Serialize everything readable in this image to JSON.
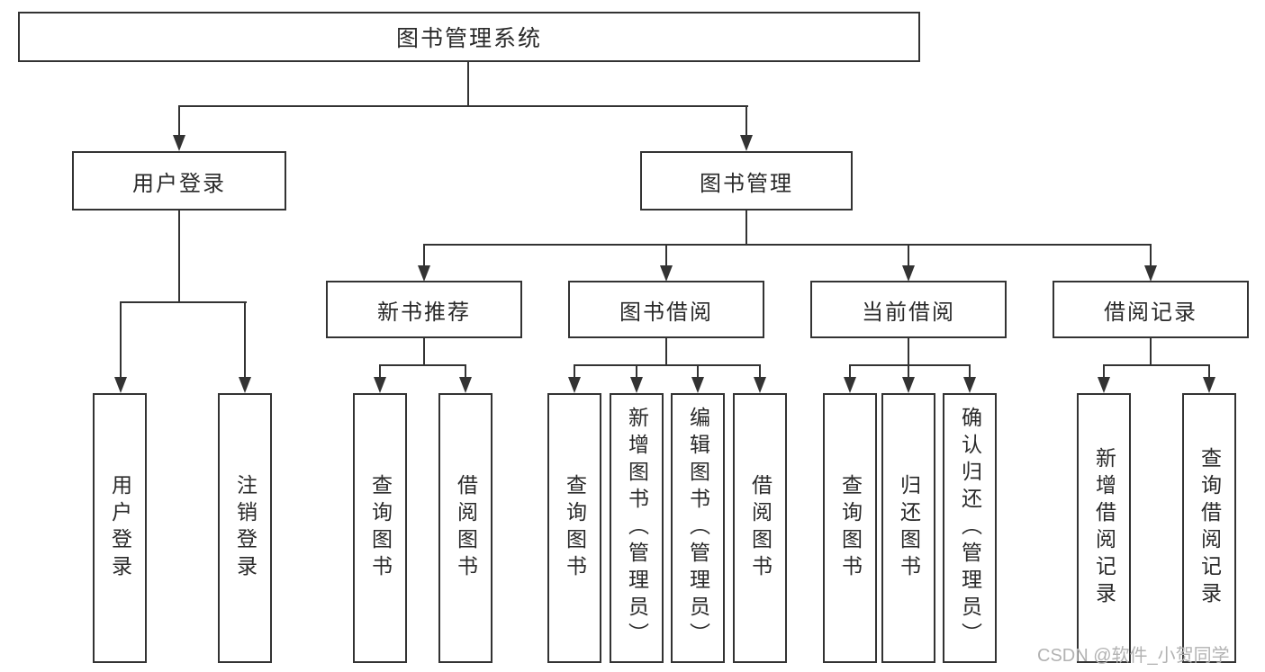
{
  "colors": {
    "line": "#333333",
    "text": "#2a2a2a",
    "watermark": "#b2b2b2",
    "background": "#ffffff"
  },
  "root": {
    "label": "图书管理系统"
  },
  "user_login": {
    "label": "用户登录",
    "children": [
      {
        "label": "用户登录"
      },
      {
        "label": "注销登录"
      }
    ]
  },
  "book_mgmt": {
    "label": "图书管理",
    "sections": [
      {
        "label": "新书推荐",
        "children": [
          {
            "label": "查询图书"
          },
          {
            "label": "借阅图书"
          }
        ]
      },
      {
        "label": "图书借阅",
        "children": [
          {
            "label": "查询图书"
          },
          {
            "label": "新增图书（管理员）"
          },
          {
            "label": "编辑图书（管理员）"
          },
          {
            "label": "借阅图书"
          }
        ]
      },
      {
        "label": "当前借阅",
        "children": [
          {
            "label": "查询图书"
          },
          {
            "label": "归还图书"
          },
          {
            "label": "确认归还（管理员）"
          }
        ]
      },
      {
        "label": "借阅记录",
        "children": [
          {
            "label": "新增借阅记录"
          },
          {
            "label": "查询借阅记录"
          }
        ]
      }
    ]
  },
  "watermark": {
    "text": "CSDN @软件_小贺同学"
  }
}
